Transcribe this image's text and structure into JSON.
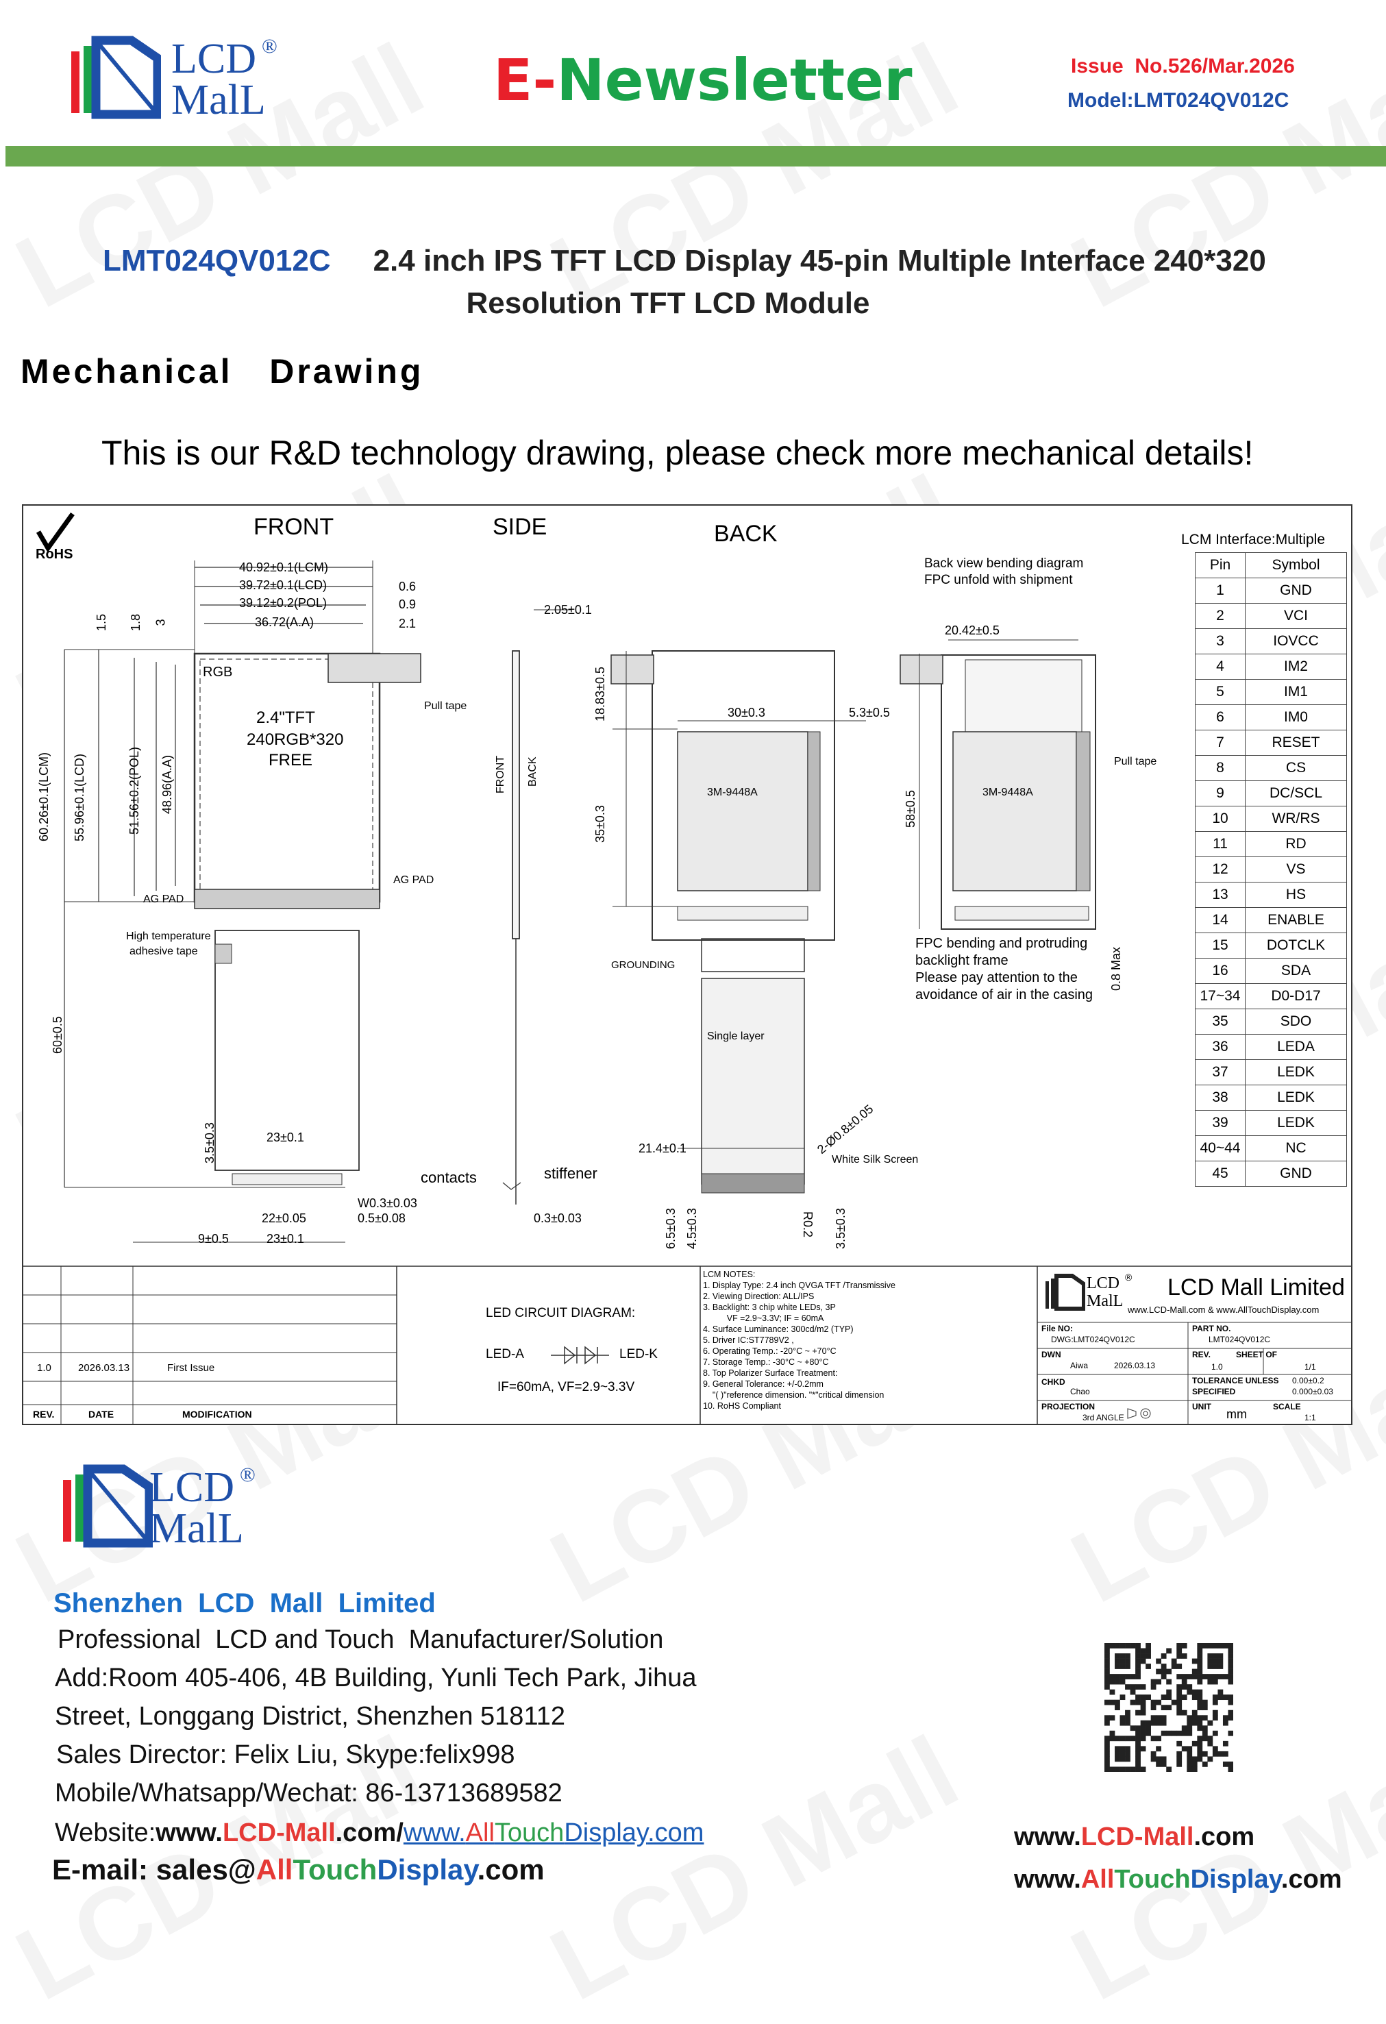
{
  "header": {
    "logo_line1": "LCD",
    "logo_line2": "MalL",
    "logo_reg": "®",
    "title_e": "E",
    "title_dash": "-",
    "title_rest": "Newsletter",
    "issue": "Issue  No.526/Mar.2026",
    "model": "Model:LMT024QV012C",
    "colors": {
      "red": "#e8202a",
      "green": "#1aa34a",
      "blue": "#1e4fa8",
      "bar": "#6aa84f"
    }
  },
  "product": {
    "model": "LMT024QV012C",
    "title_line1": "2.4 inch IPS TFT LCD Display 45-pin Multiple Interface 240*320",
    "title_line2": "Resolution TFT LCD Module"
  },
  "section": {
    "heading": "Mechanical   Drawing",
    "intro": "This is our R&D technology drawing, please check more mechanical details!"
  },
  "drawing": {
    "rohs": "RoHS",
    "front_label": "FRONT",
    "side_label": "SIDE",
    "back_label": "BACK",
    "front_dims": [
      "40.92±0.1(LCM)",
      "39.72±0.1(LCD)",
      "39.12±0.2(POL)",
      "36.72(A.A)"
    ],
    "front_right_dims": [
      "0.6",
      "0.9",
      "2.1"
    ],
    "vertical_top": [
      "1.5",
      "1.8",
      "3"
    ],
    "vertical_dims": [
      "60.26±0.1(LCM)",
      "55.96±0.1(LCD)",
      "51.56±0.2(POL)",
      "48.96(A.A)"
    ],
    "fpc_len": "60±0.5",
    "rgb": "RGB",
    "panel_text": [
      "2.4\"TFT",
      "240RGB*320",
      "FREE"
    ],
    "pull_tape": "Pull tape",
    "ag_pad": "AG PAD",
    "ag_pad_left": "AG PAD",
    "ht_tape": [
      "High temperature",
      "adhesive tape"
    ],
    "fpc_dims": [
      "23±0.1",
      "3.5±0.3",
      "W0.3±0.03",
      "0.5±0.08",
      "22±0.05",
      "9±0.5",
      "23±0.1"
    ],
    "side_dim_top": "2.05±0.1",
    "side_front": "FRONT",
    "side_back": "BACK",
    "contacts": "contacts",
    "stiffener": "stiffener",
    "side_dim_bottom": "0.3±0.03",
    "back_dims": [
      "18.83±0.5",
      "30±0.3",
      "5.3±0.5",
      "35±0.3",
      "3M-9448A"
    ],
    "grounding": "GROUNDING",
    "single_layer": "Single layer",
    "back_bottom": [
      "21.4±0.1",
      "2-Ø0.8±0.05",
      "White Silk Screen",
      "6.5±0.3",
      "4.5±0.3",
      "R0.2",
      "3.5±0.3"
    ],
    "bend_title": [
      "Back view bending diagram",
      "FPC unfold with shipment"
    ],
    "bend_dims": [
      "20.42±0.5",
      "58±0.5",
      "3M-9448A",
      "Pull tape",
      "0.8 Max"
    ],
    "bend_note": [
      "FPC bending and protruding",
      "backlight frame",
      "Please pay attention to the",
      "avoidance of air in the casing"
    ],
    "interface_title": "LCM Interface:Multiple",
    "pin_header": [
      "Pin",
      "Symbol"
    ],
    "pins": [
      [
        "1",
        "GND"
      ],
      [
        "2",
        "VCI"
      ],
      [
        "3",
        "IOVCC"
      ],
      [
        "4",
        "IM2"
      ],
      [
        "5",
        "IM1"
      ],
      [
        "6",
        "IM0"
      ],
      [
        "7",
        "RESET"
      ],
      [
        "8",
        "CS"
      ],
      [
        "9",
        "DC/SCL"
      ],
      [
        "10",
        "WR/RS"
      ],
      [
        "11",
        "RD"
      ],
      [
        "12",
        "VS"
      ],
      [
        "13",
        "HS"
      ],
      [
        "14",
        "ENABLE"
      ],
      [
        "15",
        "DOTCLK"
      ],
      [
        "16",
        "SDA"
      ],
      [
        "17~34",
        "D0-D17"
      ],
      [
        "35",
        "SDO"
      ],
      [
        "36",
        "LEDA"
      ],
      [
        "37",
        "LEDK"
      ],
      [
        "38",
        "LEDK"
      ],
      [
        "39",
        "LEDK"
      ],
      [
        "40~44",
        "NC"
      ],
      [
        "45",
        "GND"
      ]
    ],
    "rev_row": [
      "1.0",
      "2026.03.13",
      "First Issue"
    ],
    "rev_header": [
      "REV.",
      "DATE",
      "MODIFICATION"
    ],
    "led_title": "LED CIRCUIT DIAGRAM:",
    "led_a": "LED-A",
    "led_k": "LED-K",
    "led_spec": "IF=60mA, VF=2.9~3.3V",
    "notes": [
      "LCM NOTES:",
      "1. Display Type: 2.4 inch QVGA TFT /Transmissive",
      "2. Viewing Direction: ALL/IPS",
      "3. Backlight: 3 chip white LEDs, 3P",
      "          VF =2.9~3.3V; IF = 60mA",
      "4. Surface Luminance: 300cd/m2 (TYP)",
      "5. Driver IC:ST7789V2 ,",
      "6. Operating Temp.: -20°C ~ +70°C",
      "7. Storage Temp.: -30°C ~ +80°C",
      "8. Top Polarizer Surface Treatment:",
      "9. General Tolerance: +/-0.2mm",
      "    \"( )\"reference dimension. \"*\"critical dimension",
      "10. RoHS Compliant"
    ],
    "company": "LCD Mall Limited",
    "company_web": "www.LCD-Mall.com & www.AllTouchDisplay.com",
    "file_no_label": "File NO:",
    "file_no": "DWG:LMT024QV012C",
    "part_no_label": "PART NO.",
    "part_no": "LMT024QV012C",
    "dwn_label": "DWN",
    "dwn": "Aiwa",
    "dwn_date": "2026.03.13",
    "rev_label": "REV.",
    "rev": "1.0",
    "sheet_label": "SHEET OF",
    "sheet": "1/1",
    "chkd_label": "CHKD",
    "chkd": "Chao",
    "tol_label": [
      "TOLERANCE UNLESS",
      "SPECIFIED"
    ],
    "tol": [
      "0.00±0.2",
      "0.000±0.03"
    ],
    "proj_label": "PROJECTION",
    "proj": "3rd ANGLE",
    "unit_label": "UNIT",
    "unit": "mm",
    "scale_label": "SCALE",
    "scale": "1:1"
  },
  "footer": {
    "company": "Shenzhen  LCD  Mall  Limited",
    "tagline": "Professional  LCD and Touch  Manufacturer/Solution",
    "addr1": "Add:Room 405-406, 4B Building, Yunli Tech Park, Jihua",
    "addr2": "Street, Longgang District, Shenzhen 518112",
    "sales": "Sales Director: Felix Liu, Skype:felix998",
    "mobile": "Mobile/Whatsapp/Wechat: 86-13713689582",
    "website_label": "Website:",
    "web1_a": "www.",
    "web1_b": "LCD-Mall",
    "web1_c": ".com/",
    "web2_a": "www.",
    "web2_b": "All",
    "web2_c": "Touch",
    "web2_d": "Display",
    "web2_e": ".com",
    "email_label": "E-mail: sales@",
    "email_b": "All",
    "email_c": "Touch",
    "email_d": "Display",
    "email_e": ".com",
    "right_web1_a": "www.",
    "right_web1_b": "LCD-Mall",
    "right_web1_c": ".com",
    "right_web2_a": "www.",
    "right_web2_b": "All",
    "right_web2_c": "Touch",
    "right_web2_d": "Display",
    "right_web2_e": ".com"
  },
  "watermark": "LCD Mall"
}
